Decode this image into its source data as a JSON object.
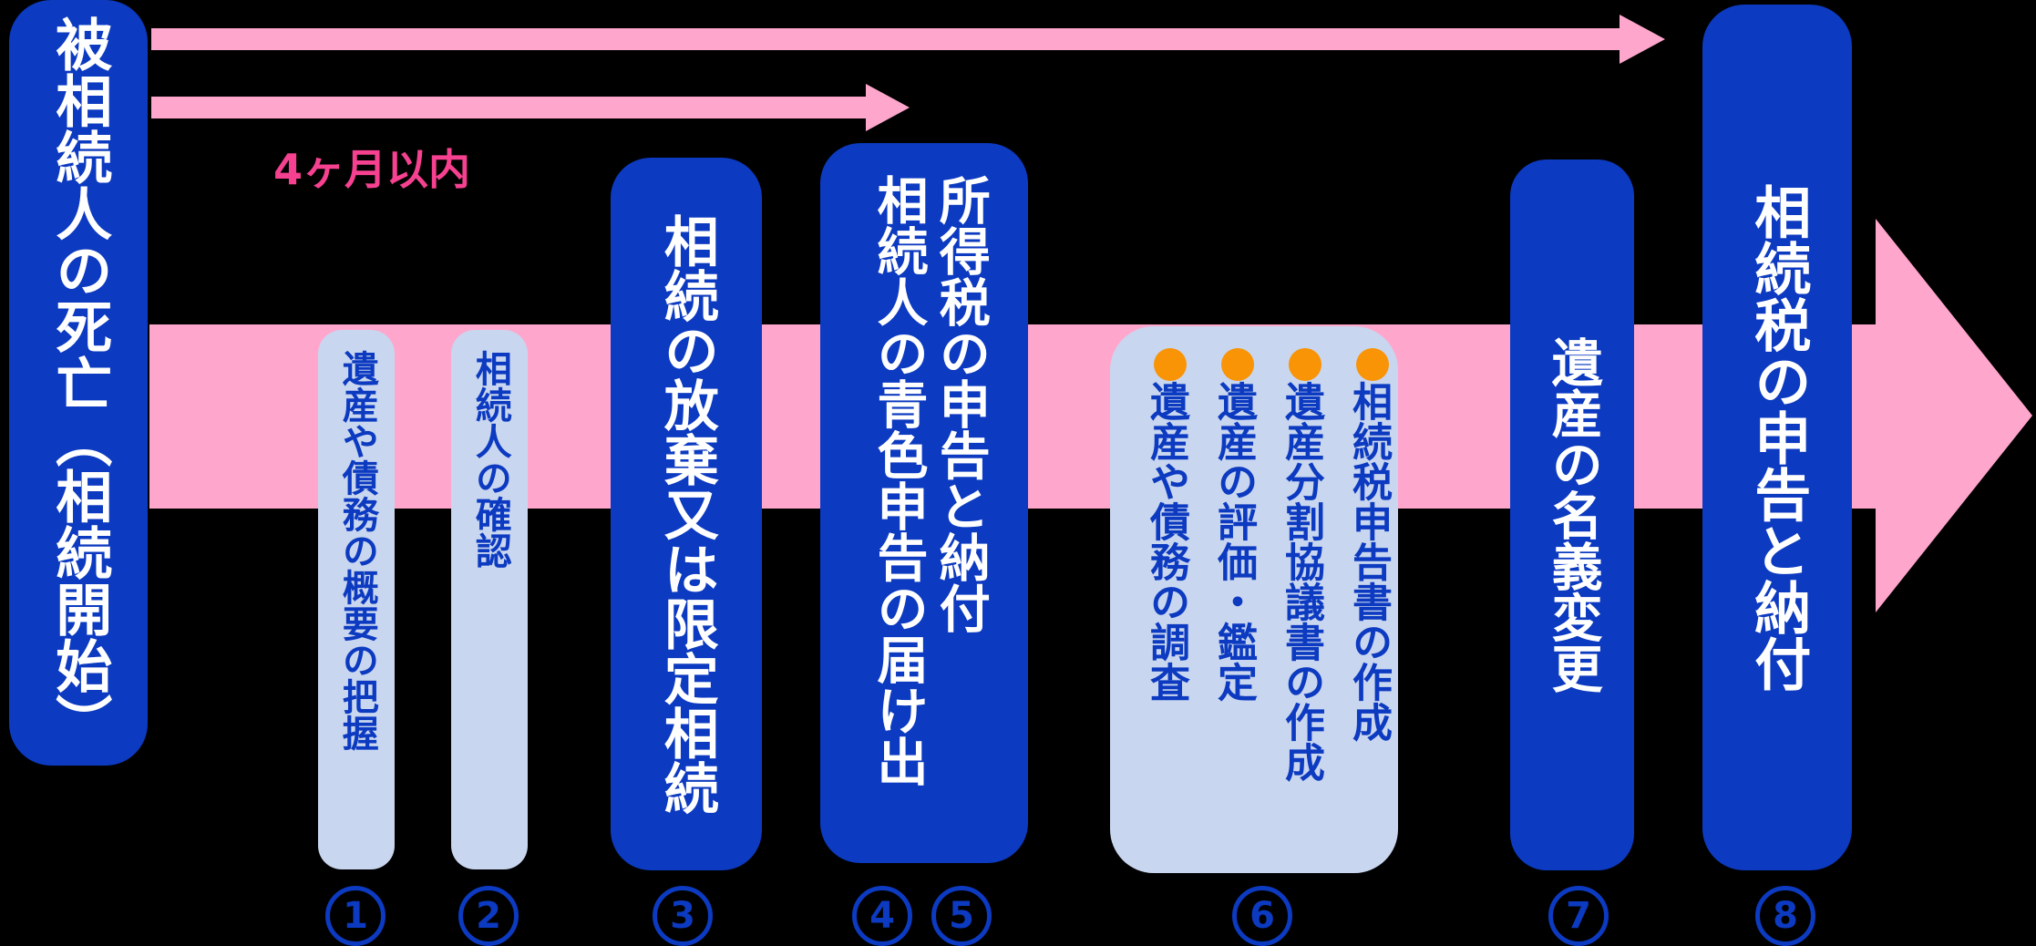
{
  "title": "相続手続きの流れ（タイムライン図）",
  "colors": {
    "background": "#000000",
    "bar_dark_blue": "#0c3ac0",
    "bar_light_blue": "#c9d6ef",
    "band_pink": "#ffa6cd",
    "deadline_label_pink": "#f5418f",
    "bullet_orange": "#f89406",
    "bar_text_white": "#ffffff",
    "number_blue": "#0c3ac0"
  },
  "start_bar": {
    "label": "被相続人の死亡（相続開始）"
  },
  "arrows": {
    "four_months_label": "4ヶ月以内"
  },
  "steps": [
    {
      "number": "1",
      "label": "遺産や債務の概要の把握",
      "style": "light"
    },
    {
      "number": "2",
      "label": "相続人の確認",
      "style": "light"
    },
    {
      "number": "3",
      "label": "相続の放棄又は限定相続",
      "style": "dark"
    },
    {
      "numbers": [
        "4",
        "5"
      ],
      "columns": [
        "所得税の申告と納付",
        "相続人の青色申告の届け出"
      ],
      "style": "dark"
    },
    {
      "number": "6",
      "style": "light-box",
      "items": [
        "相続税申告書の作成",
        "遺産分割協議書の作成",
        "遺産の評価・鑑定",
        "遺産や債務の調査"
      ],
      "bullet_icon": "orange-dot"
    },
    {
      "number": "7",
      "label": "遺産の名義変更",
      "style": "dark"
    },
    {
      "number": "8",
      "label": "相続税の申告と納付",
      "style": "dark"
    }
  ]
}
